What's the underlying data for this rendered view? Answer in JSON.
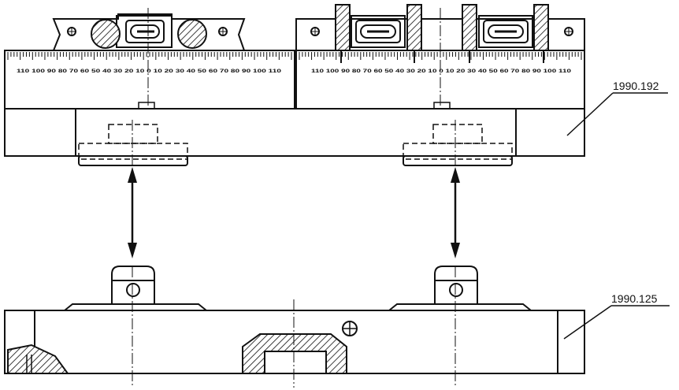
{
  "labels": {
    "top_part": "1990.192",
    "bottom_part": "1990.125"
  },
  "scales": {
    "left_scale_labels": "110 100 90 80 70 60 50 40 30 20 10 0 10 20 30 40 50 60 70 80 90 100 110",
    "right_scale_labels": "110 100 90 80 70 60 50 40 30 20 10 0 10 20 30 40 50 60 70 80 90 100 110"
  },
  "colors": {
    "ink": "#111111",
    "paper": "#ffffff"
  }
}
